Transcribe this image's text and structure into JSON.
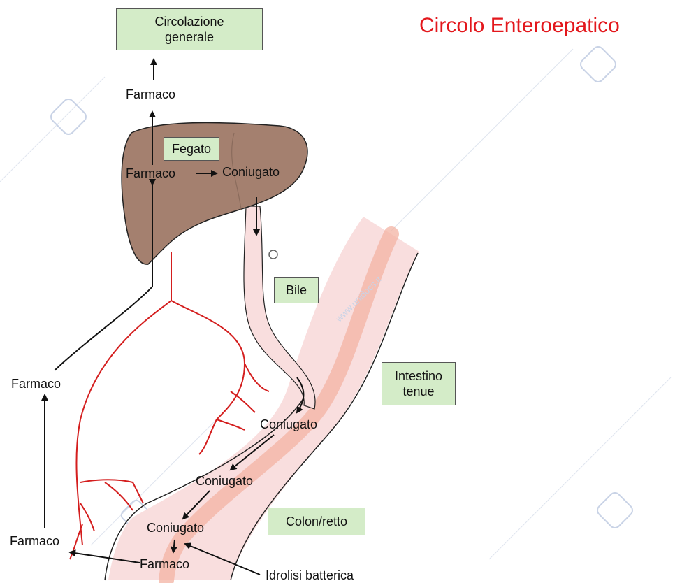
{
  "title": "Circolo Enteroepatico",
  "boxes": {
    "circolazione": "Circolazione generale",
    "fegato": "Fegato",
    "bile": "Bile",
    "intestino": "Intestino tenue",
    "colon": "Colon/retto"
  },
  "labels": {
    "farmaco_top": "Farmaco",
    "farmaco_liver": "Farmaco",
    "coniugato_liver": "Coniugato",
    "farmaco_left": "Farmaco",
    "farmaco_bottom_left": "Farmaco",
    "coniugato_1": "Coniugato",
    "coniugato_2": "Coniugato",
    "coniugato_3": "Coniugato",
    "farmaco_bottom": "Farmaco",
    "idrolisi": "Idrolisi batterica"
  },
  "watermark": "www.unidocs.it",
  "colors": {
    "title": "#e3171c",
    "liver": "#a4806f",
    "intestine": "#f7d9d9",
    "vessels": "#d41e1e",
    "box": "#d4ecc8"
  }
}
